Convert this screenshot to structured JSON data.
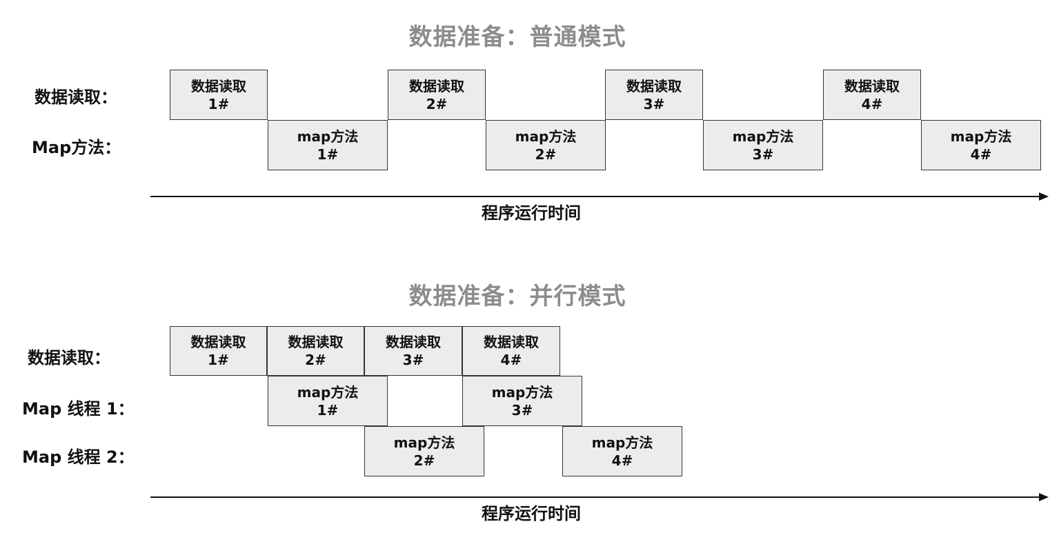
{
  "normal": {
    "title": "数据准备：普通模式",
    "labels": {
      "read": "数据读取：",
      "map": "Map方法："
    },
    "read_blocks": [
      {
        "l1": "数据读取",
        "l2": "1#"
      },
      {
        "l1": "数据读取",
        "l2": "2#"
      },
      {
        "l1": "数据读取",
        "l2": "3#"
      },
      {
        "l1": "数据读取",
        "l2": "4#"
      }
    ],
    "map_blocks": [
      {
        "l1": "map方法",
        "l2": "1#"
      },
      {
        "l1": "map方法",
        "l2": "2#"
      },
      {
        "l1": "map方法",
        "l2": "3#"
      },
      {
        "l1": "map方法",
        "l2": "4#"
      }
    ],
    "axis_label": "程序运行时间"
  },
  "parallel": {
    "title": "数据准备：并行模式",
    "labels": {
      "read": "数据读取：",
      "map1": "Map 线程 1：",
      "map2": "Map 线程 2："
    },
    "read_blocks": [
      {
        "l1": "数据读取",
        "l2": "1#"
      },
      {
        "l1": "数据读取",
        "l2": "2#"
      },
      {
        "l1": "数据读取",
        "l2": "3#"
      },
      {
        "l1": "数据读取",
        "l2": "4#"
      }
    ],
    "map1_blocks": [
      {
        "l1": "map方法",
        "l2": "1#"
      },
      {
        "l1": "map方法",
        "l2": "3#"
      }
    ],
    "map2_blocks": [
      {
        "l1": "map方法",
        "l2": "2#"
      },
      {
        "l1": "map方法",
        "l2": "4#"
      }
    ],
    "axis_label": "程序运行时间"
  }
}
